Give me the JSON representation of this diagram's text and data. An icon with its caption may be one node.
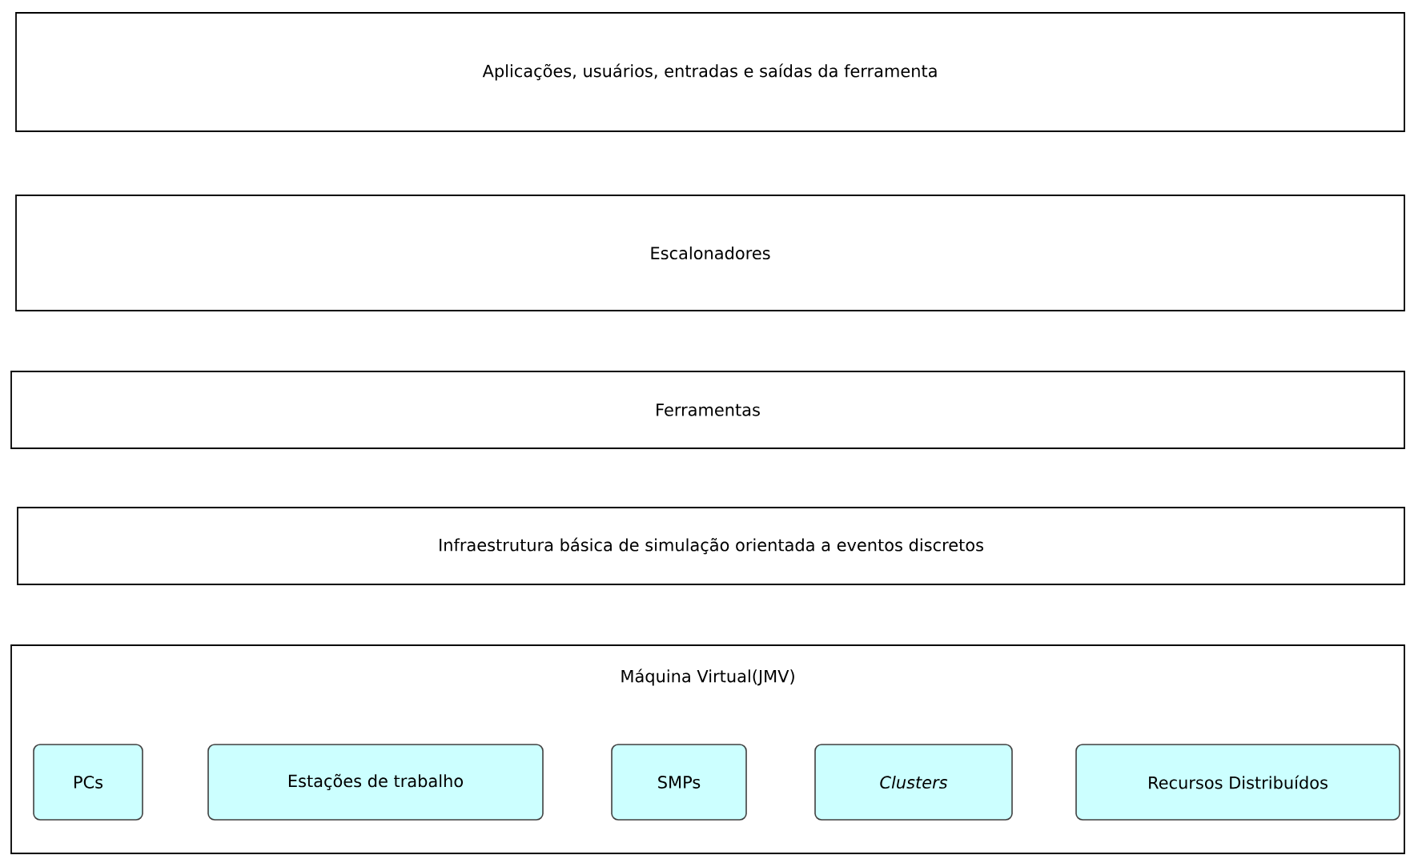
{
  "diagram": {
    "nodes": [
      {
        "text": [
          "Aplicações, usuários, entradas e saídas da ferramenta"
        ]
      },
      {
        "text": [
          "Escalonadores"
        ]
      },
      {
        "text": [
          "Ferramentas"
        ]
      },
      {
        "text": [
          "Infraestrutura básica de simulação orientada a eventos discretos"
        ]
      },
      {
        "text": [
          "Máquina Virtual(JMV)"
        ]
      },
      {
        "text": [
          "PCs"
        ],
        "in": 4
      },
      {
        "text": [
          "Estações de trabalho"
        ],
        "in": 4
      },
      {
        "text": [
          "SMPs"
        ],
        "in": 4
      },
      {
        "text": [
          "Clusters"
        ],
        "in": 4
      },
      {
        "text": [
          "Recursos Distribuídos"
        ],
        "in": 4
      }
    ]
  }
}
